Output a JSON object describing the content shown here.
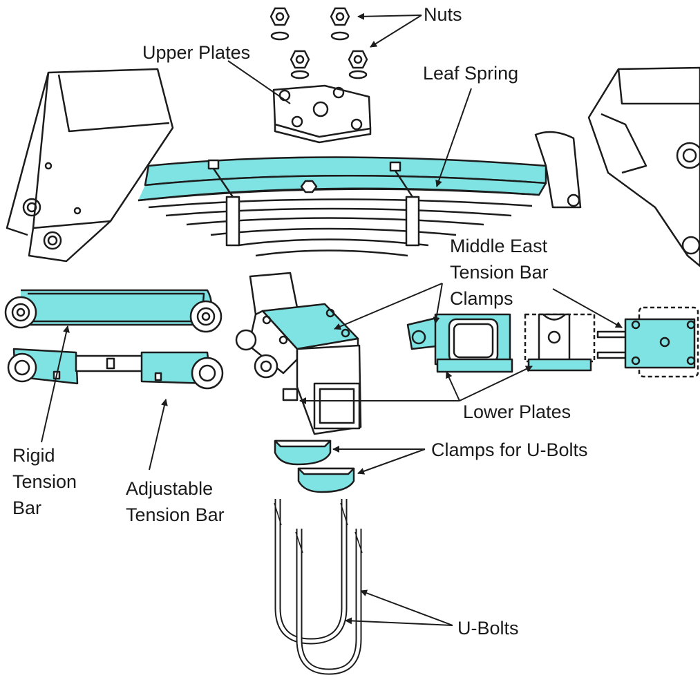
{
  "labels": {
    "nuts": "Nuts",
    "upper_plates": "Upper Plates",
    "leaf_spring": "Leaf Spring",
    "middle_east_clamps": [
      "Middle East",
      "Tension Bar",
      "Clamps"
    ],
    "lower_plates": "Lower Plates",
    "clamps_for_ubolts": "Clamps for U-Bolts",
    "rigid_tension_bar": [
      "Rigid",
      "Tension",
      "Bar"
    ],
    "adjustable_tension_bar": [
      "Adjustable",
      "Tension Bar"
    ],
    "ubolts": "U-Bolts"
  },
  "colors": {
    "highlight": "#7fe3e3",
    "line": "#1c1c1c",
    "background": "#ffffff"
  }
}
